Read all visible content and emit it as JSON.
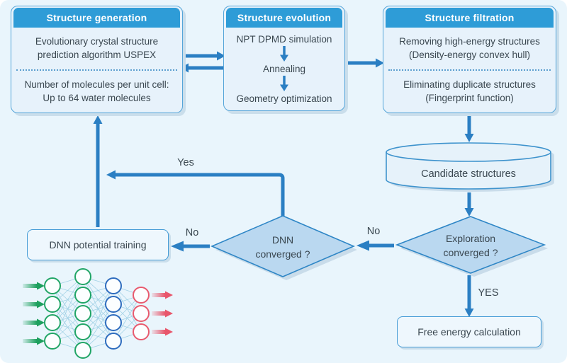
{
  "boxes": {
    "generation": {
      "header": "Structure generation",
      "method": "Evolutionary crystal structure prediction algorithm USPEX",
      "cell": "Number of molecules per unit cell: Up to 64 water molecules"
    },
    "evolution": {
      "header": "Structure evolution",
      "steps": [
        "NPT DPMD simulation",
        "Annealing",
        "Geometry optimization"
      ]
    },
    "filtration": {
      "header": "Structure filtration",
      "rule1": "Removing high-energy structures (Density-energy convex hull)",
      "rule2": "Eliminating duplicate structures (Fingerprint function)"
    }
  },
  "database": {
    "label": "Candidate structures"
  },
  "decisions": {
    "exploration": {
      "line1": "Exploration",
      "line2": "converged ?"
    },
    "dnn": {
      "line1": "DNN",
      "line2": "converged ?"
    }
  },
  "nodes": {
    "dnn_training": "DNN potential training",
    "free_energy": "Free energy calculation"
  },
  "edge_labels": {
    "dnn_yes": "Yes",
    "dnn_no": "No",
    "exploration_no": "No",
    "exploration_yes": "YES"
  },
  "colors": {
    "background": "#e9f5fc",
    "header_fill": "#2e9cd7",
    "box_fill": "#e7f2fb",
    "box_border": "#55a5d9",
    "arrow": "#2b7fc3",
    "diamond_fill": "#bad8f0",
    "diamond_border": "#2e86c6",
    "shadow": "#c9dcea",
    "text": "#3a4750"
  },
  "neural_network": {
    "layers": [
      {
        "role": "input",
        "count": 4,
        "node_color": "#21a566"
      },
      {
        "role": "hidden",
        "count": 5,
        "node_color": "#21a566"
      },
      {
        "role": "hidden",
        "count": 4,
        "node_color": "#2e6cbe"
      },
      {
        "role": "output",
        "count": 3,
        "node_color": "#e85a6e"
      }
    ],
    "input_arrow_color": "#1ea05e",
    "output_arrow_color": "#e8566b",
    "link_color": "#a3d2e6"
  }
}
